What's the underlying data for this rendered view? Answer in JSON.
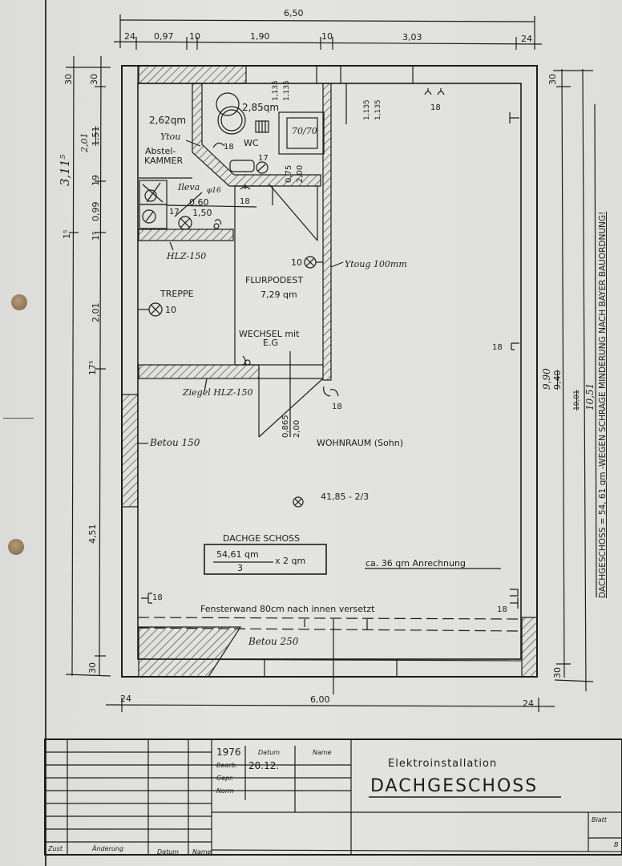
{
  "sheet": {
    "punch_holes": 2,
    "paper_color": "#e0e0de",
    "ink_color": "#1c1c1c"
  },
  "dimensions": {
    "top_total": "6,50",
    "top_segments": [
      "24",
      "0,97",
      "10",
      "1,90",
      "10",
      "3,03",
      "24"
    ],
    "bottom_total": "6,00",
    "bottom_segments": [
      "24",
      "24"
    ],
    "left_outer": [
      "30",
      "3,11⁵",
      "1⁵",
      "4,51",
      "30"
    ],
    "left_inner": [
      "30",
      "2,01",
      "1,51",
      "19",
      "0,99",
      "1⁵",
      "2,01",
      "17⁵",
      "30"
    ],
    "right_inner": [
      "30",
      "9,90",
      "9,40",
      "30"
    ],
    "right_outer": [
      "10,01",
      "10,51"
    ],
    "wc_height": [
      "1,135",
      "1,135"
    ],
    "room_height": [
      "1,135",
      "1,135"
    ]
  },
  "rooms": {
    "abstellkammer": {
      "area": "2,62qm",
      "wall": "Ytou",
      "name_line1": "Abstel-",
      "name_line2": "KAMMER"
    },
    "wc": {
      "area": "2,85qm",
      "name": "WC",
      "shower": "70/70",
      "door": [
        "0,75",
        "2,00"
      ],
      "outlet": "18",
      "light": "17"
    },
    "heater": {
      "label": "Ileva",
      "pipe": "φ16",
      "dim1": "0,60",
      "dim2": "1,50",
      "light": "17"
    },
    "treppe": {
      "name": "TREPPE",
      "light": "10",
      "wall": "HLZ-150"
    },
    "flurpodest": {
      "name": "FLURPODEST",
      "area": "7,29 qm",
      "light": "10",
      "wall": "Ytoug 100mm",
      "switch_note_1": "WECHSEL mit",
      "switch_note_2": "E.G",
      "partition": "Ziegel  HLZ-150",
      "outlet": "18",
      "door": [
        "0,865",
        "2,00"
      ]
    },
    "wohnraum": {
      "name": "WOHNRAUM (Sohn)",
      "area": "41,85 - 2/3",
      "wall_left": "Betou 150",
      "wall_bottom": "Betou 250",
      "outlet_top": "18",
      "outlet_right": "18",
      "outlet_left": "18",
      "outlet_bottom_right": "18"
    }
  },
  "notes": {
    "box_title": "DACHGE SCHOSS",
    "box_numerator": "54,61 qm",
    "box_denominator": "3",
    "box_multiplier": "x 2 qm",
    "anrechnung": "ca. 36 qm  Anrechnung",
    "window_wall": "Fensterwand 80cm nach  innen  versetzt",
    "side_note": "DACHGESCHOSS = 54, 61 qm -WEGEN SCHRAGE MINDERUNG NACH  BAYER  BAUORDNUNG!"
  },
  "title_block": {
    "year": "1976",
    "col_datum": "Datum",
    "col_name": "Name",
    "row_bearb": "Bearb.",
    "bearb_date": "20.12.",
    "row_gepr": "Gepr.",
    "row_norm": "Norm",
    "rev_zust": "Zust",
    "rev_aenderung": "Änderung",
    "rev_datum": "Datum",
    "rev_name": "Name",
    "subtitle": "Elektroinstallation",
    "title": "DACHGESCHOSS",
    "blatt": "Blatt",
    "blatt2": "B"
  }
}
